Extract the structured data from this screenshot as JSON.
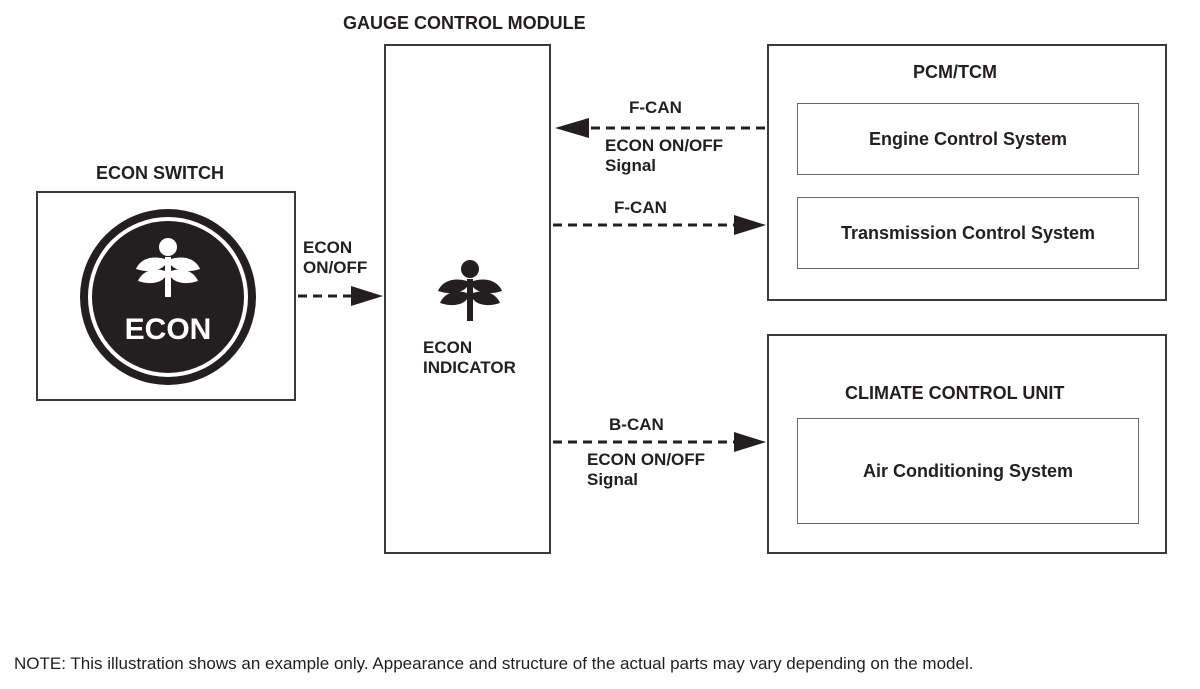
{
  "econ_switch": {
    "title": "ECON SWITCH",
    "button_text": "ECON"
  },
  "gauge_module": {
    "title": "GAUGE CONTROL MODULE",
    "indicator_line1": "ECON",
    "indicator_line2": "INDICATOR"
  },
  "pcm_tcm": {
    "title": "PCM/TCM",
    "systems": [
      "Engine Control System",
      "Transmission Control System"
    ]
  },
  "climate_unit": {
    "title": "CLIMATE CONTROL UNIT",
    "systems": [
      "Air Conditioning System"
    ]
  },
  "signals": {
    "switch_to_gauge": [
      "ECON",
      "ON/OFF"
    ],
    "pcm_to_gauge_bus": "F-CAN",
    "pcm_to_gauge_signal": [
      "ECON ON/OFF",
      "Signal"
    ],
    "gauge_to_tcm_bus": "F-CAN",
    "gauge_to_climate_bus": "B-CAN",
    "gauge_to_climate_signal": [
      "ECON ON/OFF",
      "Signal"
    ]
  },
  "note": "NOTE: This illustration shows an example only. Appearance and structure of the actual parts may vary depending on the model.",
  "colors": {
    "ink": "#231f20",
    "border": "#3a3a3a"
  }
}
